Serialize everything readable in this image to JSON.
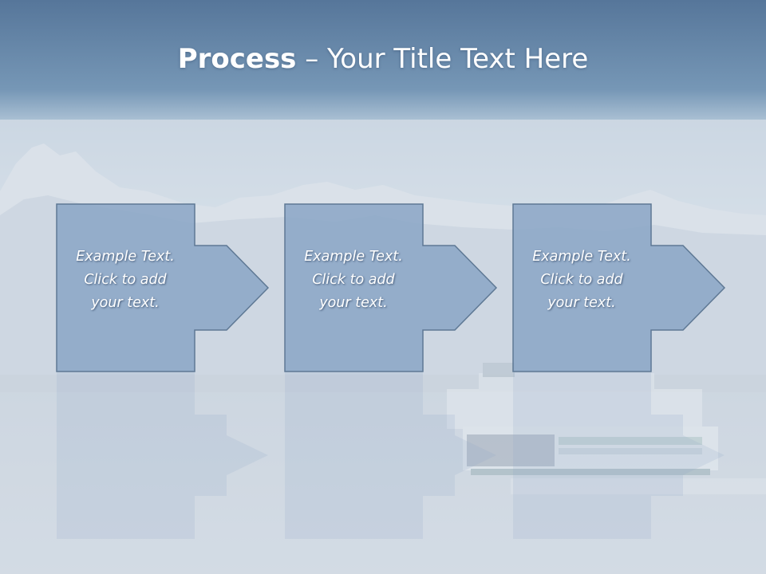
{
  "title": {
    "bold": "Process",
    "rest": " – Your Title Text Here"
  },
  "steps": [
    {
      "text": "Example Text.\nClick  to add\nyour text."
    },
    {
      "text": "Example Text.\nClick  to add\nyour text."
    },
    {
      "text": "Example Text.\nClick  to add\nyour text."
    }
  ],
  "colors": {
    "header_top": "#5a7a9c",
    "header_bottom": "#7b9ab7",
    "shape_fill": "#8ea9c8",
    "shape_stroke": "#5e7894",
    "haze": "#d5dde6"
  }
}
